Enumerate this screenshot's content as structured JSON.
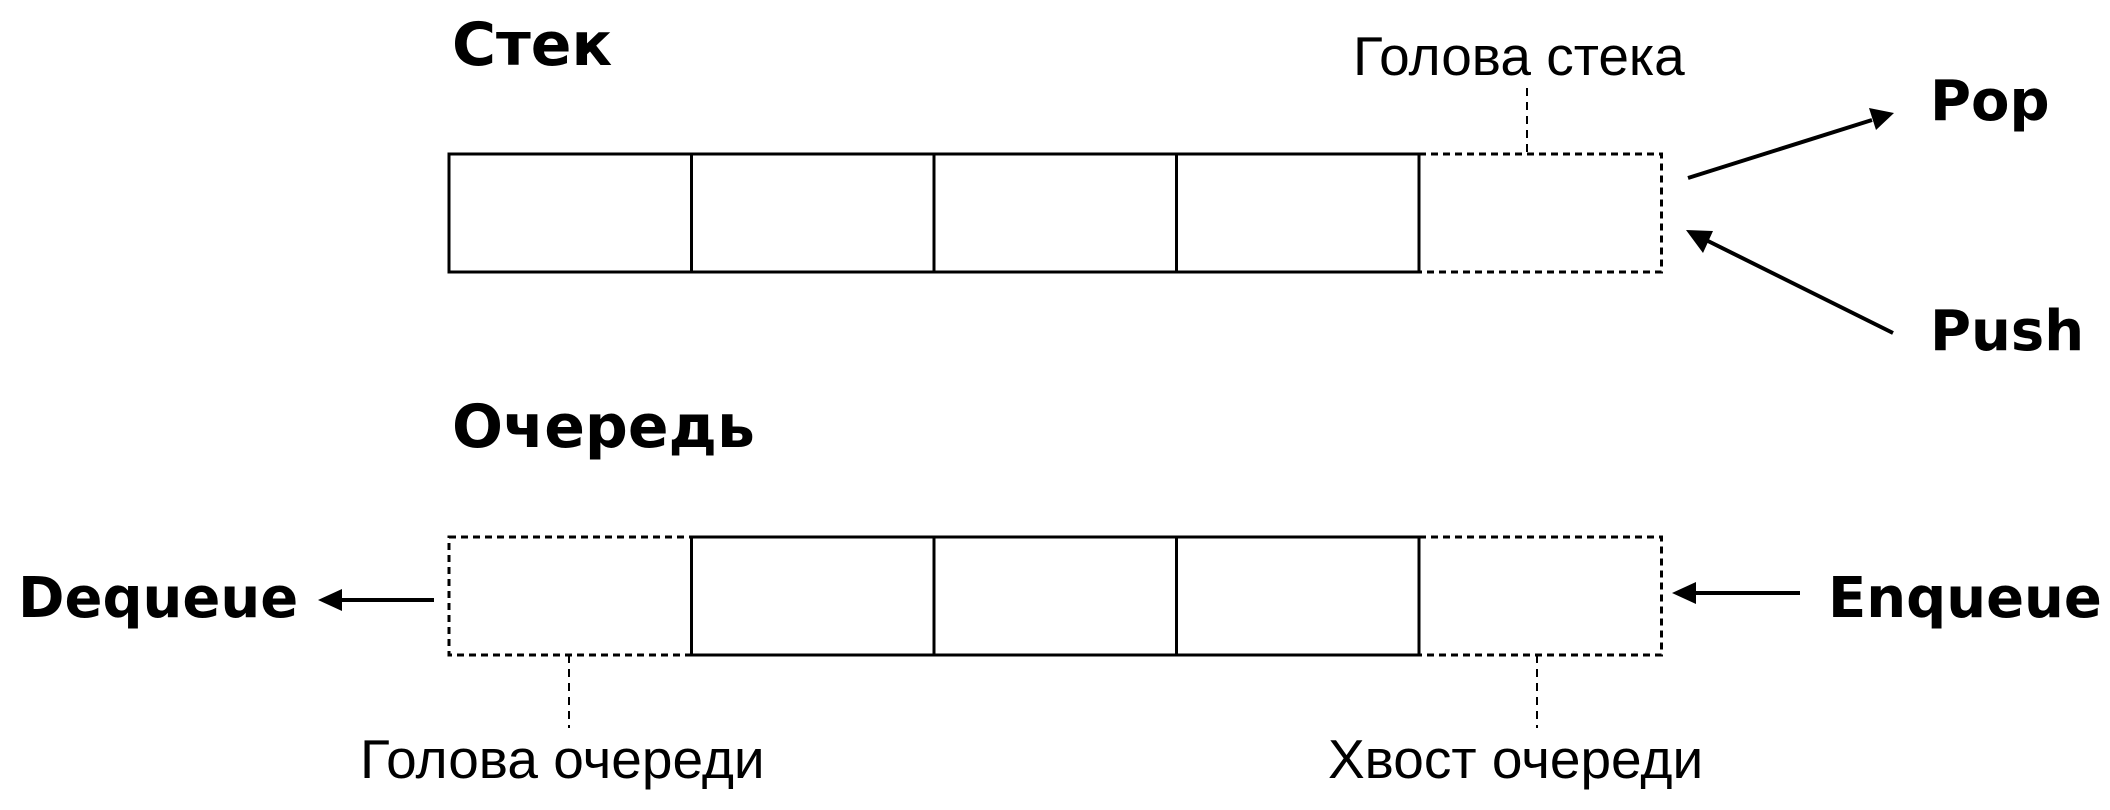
{
  "stack": {
    "title": "Стек",
    "head_label": "Голова стека",
    "pop_label": "Pop",
    "push_label": "Push",
    "cells": [
      {
        "dashed": false
      },
      {
        "dashed": false
      },
      {
        "dashed": false
      },
      {
        "dashed": false
      },
      {
        "dashed": true
      }
    ]
  },
  "queue": {
    "title": "Очередь",
    "dequeue_label": "Dequeue",
    "enqueue_label": "Enqueue",
    "head_label": "Голова очереди",
    "tail_label": "Хвост очереди",
    "cells": [
      {
        "dashed": true
      },
      {
        "dashed": false
      },
      {
        "dashed": false
      },
      {
        "dashed": false
      },
      {
        "dashed": true
      }
    ]
  }
}
